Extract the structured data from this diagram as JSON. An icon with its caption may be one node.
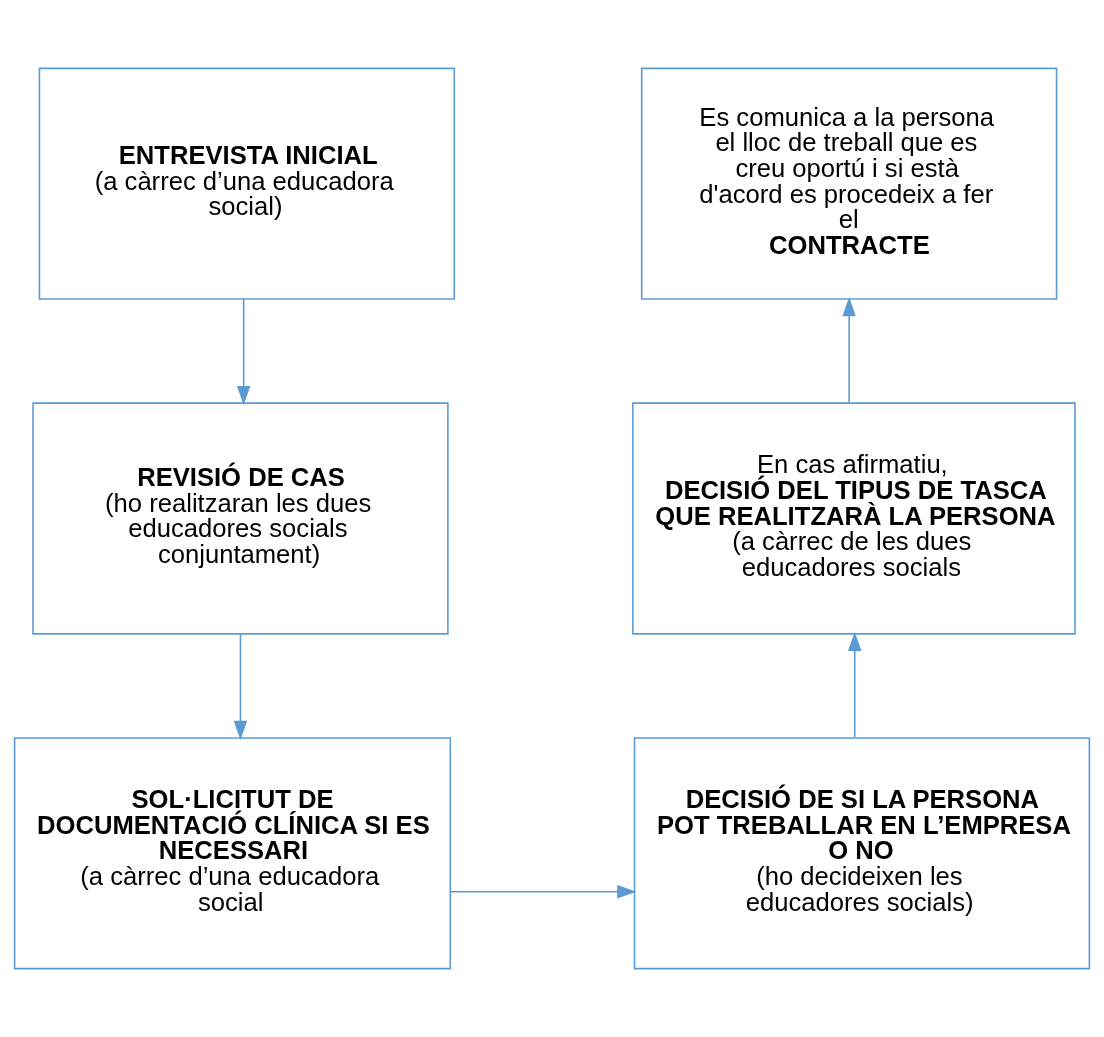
{
  "diagram": {
    "nodes": [
      {
        "text": [
          "**ENTREVISTA INICIAL** (a càrrec d’una educadora social)"
        ]
      },
      {
        "text": [
          "**REVISIÓ DE CAS** (ho realitzaran les dues educadores socials conjuntament)"
        ]
      },
      {
        "text": [
          "**SOL·LICITUT DE DOCUMENTACIÓ CLÍNICA SI ES NECESSARI** (a càrrec d’una educadora social"
        ]
      },
      {
        "text": [
          "**DECISIÓ DE SI LA PERSONA POT TREBALLAR EN L’EMPRESA O NO** (ho decideixen les educadores socials)"
        ]
      },
      {
        "text": [
          "En cas afirmatiu, **DECISIÓ DEL TIPUS DE TASCA QUE REALITZARÀ LA PERSONA** (a càrrec de les dues educadores socials"
        ]
      },
      {
        "text": [
          "Es comunica a la persona el lloc de treball que es creu oportú i si està d'acord es procedeix a fer el **CONTRACTE**"
        ]
      }
    ],
    "edges": [
      {
        "from": 0,
        "to": 1,
        "arrow": "to"
      },
      {
        "from": 1,
        "to": 2,
        "arrow": "to"
      },
      {
        "from": 2,
        "to": 3,
        "arrow": "to"
      },
      {
        "from": 3,
        "to": 4,
        "arrow": "to"
      },
      {
        "from": 4,
        "to": 5,
        "arrow": "to"
      }
    ]
  }
}
